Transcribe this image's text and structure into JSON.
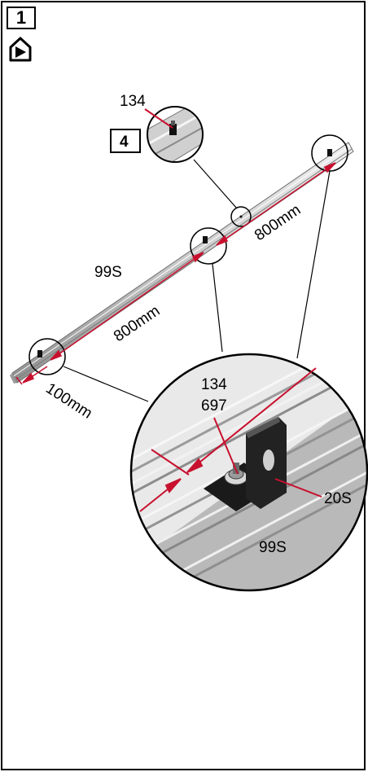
{
  "step": {
    "number": "1"
  },
  "labels": {
    "part_134_top": "134",
    "ref_box": "4",
    "profile_upper": "99S",
    "dim_800_right": "800mm",
    "dim_800_left": "800mm",
    "dim_100": "100mm",
    "detail_134": "134",
    "detail_697": "697",
    "detail_20s": "20S",
    "detail_99s": "99S"
  },
  "icons": {
    "home": "home-arrow-icon"
  },
  "colors": {
    "dimension": "#c8102e",
    "outline": "#000000",
    "rail_light": "#e3e3e3",
    "rail_dark": "#8a8a8a"
  }
}
